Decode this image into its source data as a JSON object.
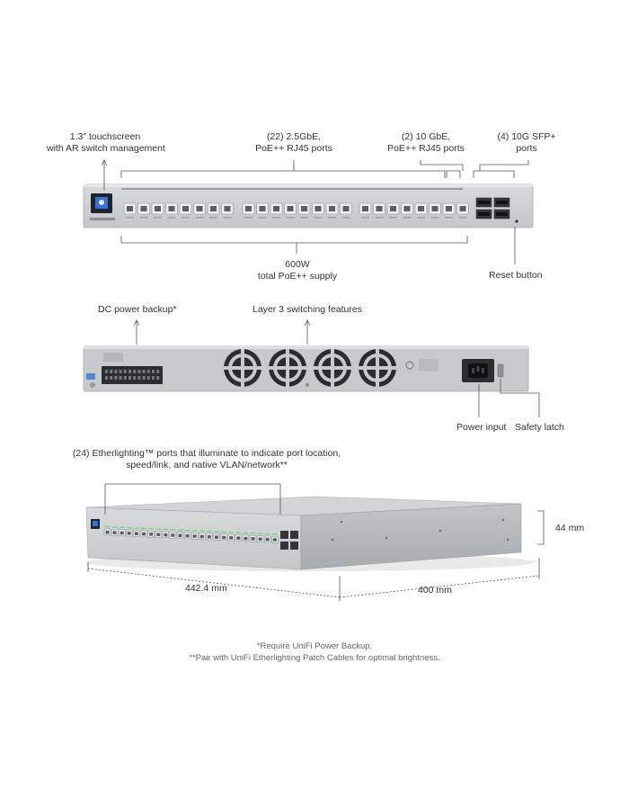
{
  "front": {
    "touchscreen": [
      "1.3\" touchscreen",
      "with AR switch management"
    ],
    "rj45_2_5g": [
      "(22) 2.5GbE,",
      "PoE++ RJ45 ports"
    ],
    "rj45_10g": [
      "(2)  10 GbE,",
      "PoE++ RJ45 ports"
    ],
    "sfp": [
      "(4) 10G SFP+",
      "ports"
    ],
    "poe_supply": [
      "600W",
      "total PoE++ supply"
    ],
    "reset": "Reset button"
  },
  "rear": {
    "dc_backup": "DC power backup*",
    "layer3": "Layer 3 switching features",
    "power_input": "Power input",
    "safety_latch": "Safety latch"
  },
  "iso": {
    "etherlighting": [
      "(24) Etherlighting™ ports that illuminate to indicate port location,",
      "speed/link, and native VLAN/network**"
    ],
    "height": "44 mm",
    "width": "442.4 mm",
    "depth": "400 mm"
  },
  "footnotes": [
    "*Require UniFi Power Backup.",
    "**Pair with UniFi Etherlighting Patch Cables for optimal brightness."
  ],
  "colors": {
    "chassis": "#c9cbcd",
    "chassis_dark": "#9ea1a4",
    "line": "#555555",
    "screen_blue": "#3b6fd8"
  }
}
